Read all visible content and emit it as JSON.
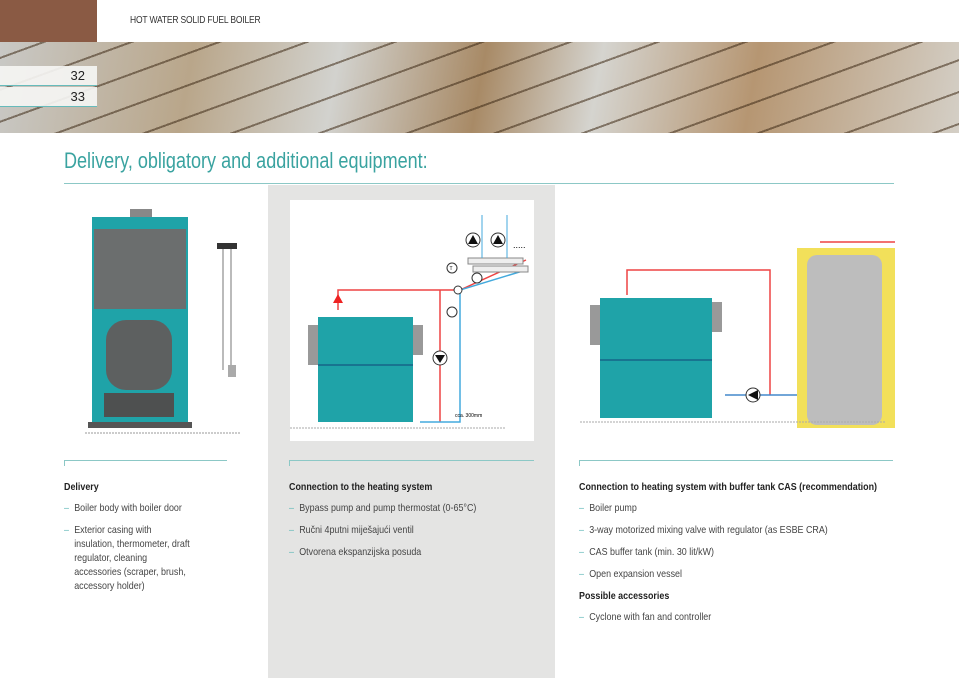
{
  "header": {
    "title": "HOT WATER SOLID FUEL BOILER",
    "pages": [
      "32",
      "33"
    ]
  },
  "heading": "Delivery, obligatory and additional equipment:",
  "diagram2": {
    "dimension_label": "cca. 300mm",
    "thermostat_label": "T",
    "dots": "....."
  },
  "columns": [
    {
      "title": "Delivery",
      "items": [
        "Boiler body with boiler door",
        "Exterior casing with insulation, thermometer, draft regulator, cleaning accessories (scraper, brush, accessory holder)"
      ]
    },
    {
      "title": "Connection to the heating system",
      "items": [
        "Bypass pump and pump thermostat (0-65°C)",
        "Ručni 4putni miješajući ventil",
        "Otvorena ekspanzijska posuda"
      ]
    },
    {
      "title": "Connection to heating system with buffer tank CAS (recommendation)",
      "items": [
        "Boiler pump",
        "3-way motorized mixing valve with regulator (as ESBE CRA)",
        "CAS buffer tank (min. 30 lit/kW)",
        "Open expansion vessel"
      ],
      "subtitle": "Possible accessories",
      "sub_items": [
        "Cyclone with fan and controller"
      ]
    }
  ],
  "colors": {
    "teal": "#3aa3a0",
    "brown": "#8a5a44",
    "boiler": "#1fa3a8"
  }
}
